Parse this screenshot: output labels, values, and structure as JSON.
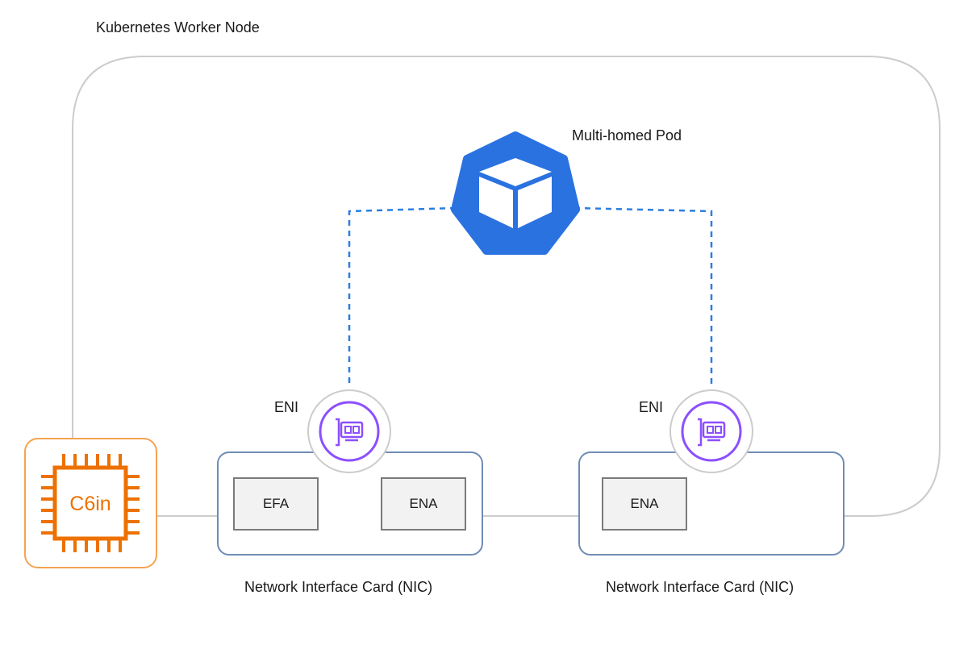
{
  "node_label": "Kubernetes Worker Node",
  "pod_label": "Multi-homed Pod",
  "instance": {
    "label": "C6in",
    "color": "#ED7100"
  },
  "nics": [
    {
      "label": "Network Interface Card (NIC)",
      "eni_label": "ENI",
      "adapters": [
        "EFA",
        "ENA"
      ]
    },
    {
      "label": "Network Interface Card (NIC)",
      "eni_label": "ENI",
      "adapters": [
        "ENA"
      ]
    }
  ],
  "icons": {
    "pod": "kubernetes-pod-cube-icon",
    "eni": "network-interface-card-icon",
    "instance": "ec2-instance-chip-icon"
  },
  "colors": {
    "pod_blue": "#2A72E0",
    "eni_purple": "#8C4FFF",
    "nic_border": "#6F8CB5",
    "node_border": "#CCCCCC",
    "dashed_link": "#2A7FE0"
  }
}
